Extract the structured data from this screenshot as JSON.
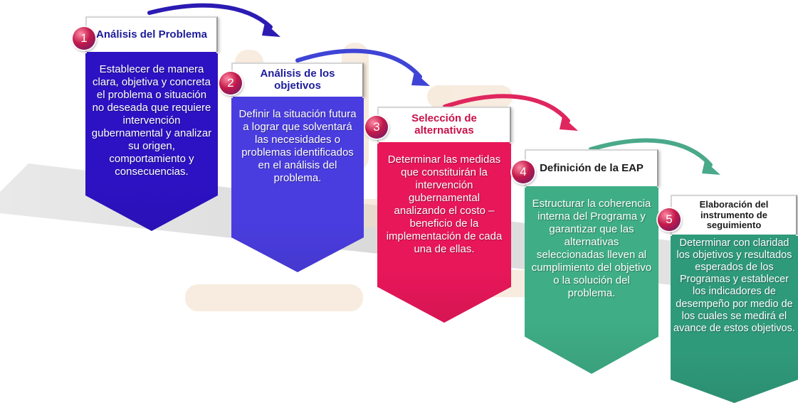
{
  "colors": {
    "step1": "#2d12c4",
    "step2": "#4a3de0",
    "step3": "#e8175a",
    "step4": "#3fae87",
    "step5": "#2f9a7a",
    "arrow1": "#2b1bb3",
    "arrow2": "#3f44d6",
    "arrow3": "#e0265e",
    "arrow4": "#4aa98a",
    "title_text": "#1d1c9a",
    "title_text_pink": "#c8124a",
    "watermark": "#f3e6d6"
  },
  "steps": [
    {
      "number": "1",
      "title": "Análisis del Problema",
      "text": "Establecer de manera clara, objetiva y concreta el problema o situación no deseada que requiere intervención gubernamental y analizar su origen, comportamiento y consecuencias."
    },
    {
      "number": "2",
      "title": "Análisis de los objetivos",
      "text": "Definir la situación futura a lograr que solventará las necesidades o problemas identificados en el análisis del problema."
    },
    {
      "number": "3",
      "title": "Selección de alternativas",
      "text": "Determinar las medidas que constituirán la intervención gubernamental analizando el costo – beneficio de la implementación de cada una de ellas."
    },
    {
      "number": "4",
      "title": "Definición de la EAP",
      "text": "Estructurar la coherencia interna del Programa y garantizar que las alternativas seleccionadas lleven al cumplimiento del objetivo o la solución del problema."
    },
    {
      "number": "5",
      "title": "Elaboración del instrumento de seguimiento",
      "text": "Determinar con claridad los objetivos y resultados esperados de los Programas y establecer los indicadores de desempeño por medio de los cuales se medirá el avance de estos objetivos."
    }
  ]
}
